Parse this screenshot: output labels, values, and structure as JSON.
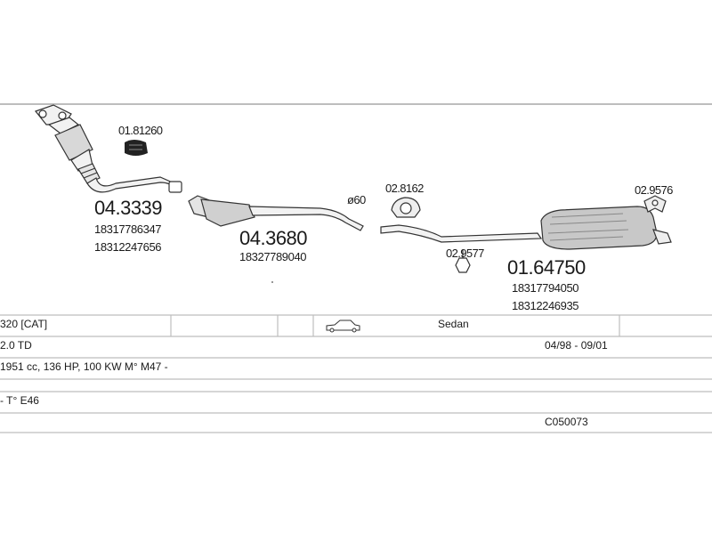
{
  "parts": {
    "flange_clamp": "01.81260",
    "front_pipe": "04.3339",
    "front_pipe_oem_1": "18317786347",
    "front_pipe_oem_2": "18312247656",
    "middle_pipe": "04.3680",
    "middle_pipe_oem": "18327789040",
    "pipe_diameter": "ø60",
    "rubber_mount_ring": "02.8162",
    "hanger": "02.9577",
    "rear_rubber_mount": "02.9576",
    "rear_silencer": "01.64750",
    "rear_silencer_oem_1": "18317794050",
    "rear_silencer_oem_2": "18312246935"
  },
  "table": {
    "model": "320  [CAT]",
    "body_type": "Sedan",
    "engine": "2.0 TD",
    "years": "04/98 - 09/01",
    "engine_spec": "1951 cc, 136 HP, 100 KW M° M47 -",
    "chassis": "- T° E46",
    "catalog_code": "C050073"
  },
  "colors": {
    "line": "#b8b8b8",
    "part_stroke": "#333333",
    "part_fill": "#f2f2f2",
    "silencer_fill": "#c8c8c8"
  }
}
